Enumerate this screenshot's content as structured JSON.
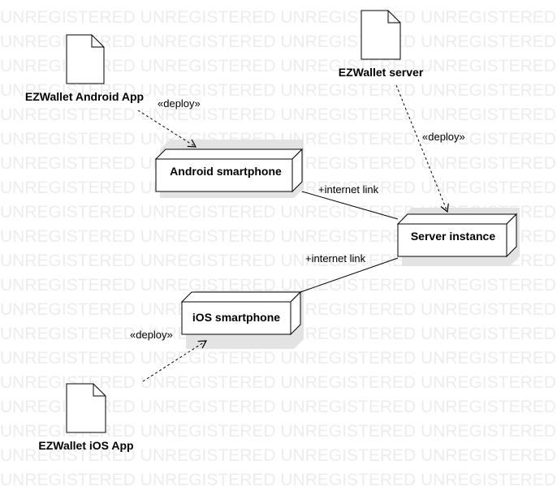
{
  "watermark": {
    "text": "UNREGISTERED UNREGISTERED UNREGISTERED UNREGISTERED"
  },
  "artifacts": {
    "android_app": "EZWallet Android App",
    "server": "EZWallet server",
    "ios_app": "EZWallet iOS App"
  },
  "nodes": {
    "android_smartphone": "Android smartphone",
    "server_instance": "Server instance",
    "ios_smartphone": "iOS smartphone"
  },
  "edges": {
    "deploy_android": "«deploy»",
    "deploy_server": "«deploy»",
    "deploy_ios": "«deploy»",
    "link_android_server": "+internet link",
    "link_ios_server": "+internet link"
  }
}
